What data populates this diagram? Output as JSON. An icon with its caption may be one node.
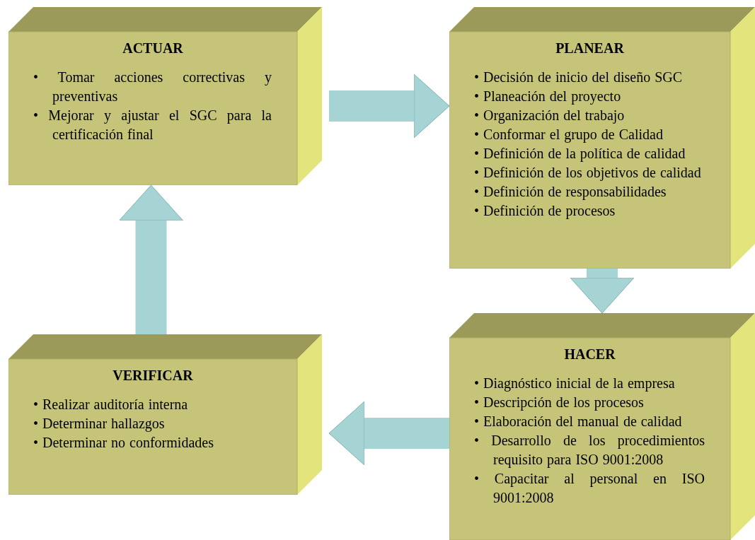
{
  "diagram": {
    "nodes": [
      {
        "text": [
          "ACTUAR",
          "• Tomar acciones correctivas y preventivas",
          "• Mejorar y ajustar el SGC para la certificación final"
        ]
      },
      {
        "text": [
          "PLANEAR",
          "• Decisión de inicio del diseño SGC",
          "• Planeación del proyecto",
          "• Organización del trabajo",
          "• Conformar el grupo de Calidad",
          "• Definición de la política de calidad",
          "• Definición de los objetivos de calidad",
          "• Definición de responsabilidades",
          "• Definición de procesos"
        ]
      },
      {
        "text": [
          "HACER",
          "• Diagnóstico inicial de la empresa",
          "• Descripción de los procesos",
          "• Elaboración del manual de calidad",
          "• Desarrollo de los procedimientos requisito para ISO 9001:2008",
          "• Capacitar al personal en ISO 9001:2008"
        ]
      },
      {
        "text": [
          "VERIFICAR",
          "• Realizar auditoría interna",
          "• Determinar hallazgos",
          "• Determinar no conformidades"
        ]
      }
    ],
    "edges": [
      {
        "from": 0,
        "to": 1,
        "arrow": "to"
      },
      {
        "from": 1,
        "to": 2,
        "arrow": "to"
      },
      {
        "from": 2,
        "to": 3,
        "arrow": "to"
      },
      {
        "from": 3,
        "to": 0,
        "arrow": "to"
      }
    ]
  }
}
